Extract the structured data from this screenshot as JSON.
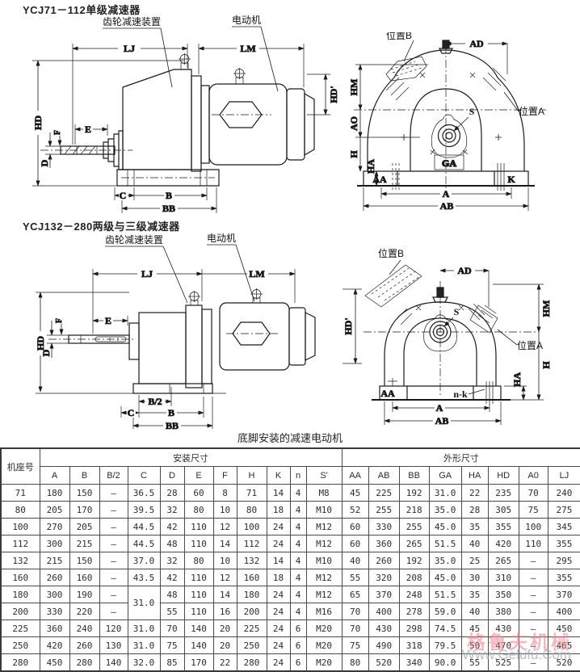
{
  "section1": {
    "title": "YCJ71－112单级减速器",
    "labels": {
      "gearbox": "齿轮减速装置",
      "motor": "电动机",
      "LJ": "LJ",
      "LM": "LM",
      "HD": "HD",
      "HDp": "HD'",
      "E": "E",
      "D": "D",
      "F": "F",
      "C": "C",
      "B": "B",
      "BB": "BB",
      "posB": "位置B",
      "posA": "位置A",
      "AD": "AD",
      "HM": "HM",
      "AO": "AO",
      "H": "H",
      "HA": "HA",
      "AA": "AA",
      "K": "K",
      "A": "A",
      "AB": "AB",
      "S": "S",
      "GA": "GA"
    }
  },
  "section2": {
    "title": "YCJ132－280两级与三级减速器",
    "labels": {
      "gearbox": "齿轮减速装置",
      "motor": "电动机",
      "LJ": "LJ",
      "LM": "LM",
      "HD": "HD",
      "HDp": "HD'",
      "E": "E",
      "D": "D",
      "F": "F",
      "B2": "B/2",
      "C": "C",
      "B": "B",
      "BB": "BB",
      "posB": "位置B",
      "posA": "位置A",
      "AD": "AD",
      "HM": "HM",
      "H": "H",
      "HA": "HA",
      "AA": "AA",
      "nk": "n-k",
      "A": "A",
      "AB": "AB",
      "S": "S"
    }
  },
  "table": {
    "title": "底脚安装的减速电动机",
    "frame_header": "机座号",
    "mount_header": "安装尺寸",
    "outline_header": "外形尺寸",
    "mount_cols": [
      "A",
      "B",
      "B/2",
      "C",
      "D",
      "E",
      "F",
      "H",
      "K",
      "n",
      "S'"
    ],
    "outline_cols": [
      "AA",
      "AB",
      "BB",
      "GA",
      "HA",
      "HD",
      "A0",
      "LJ"
    ],
    "rows": [
      [
        "71",
        "180",
        "150",
        "—",
        "36.5",
        "28",
        "60",
        "8",
        "71",
        "14",
        "4",
        "M8",
        "45",
        "225",
        "192",
        "31.0",
        "22",
        "235",
        "70",
        "240"
      ],
      [
        "80",
        "205",
        "170",
        "—",
        "39.5",
        "32",
        "80",
        "10",
        "80",
        "18",
        "4",
        "M10",
        "52",
        "255",
        "218",
        "35.0",
        "28",
        "305",
        "75",
        "275"
      ],
      [
        "100",
        "270",
        "205",
        "—",
        "44.5",
        "42",
        "110",
        "12",
        "100",
        "24",
        "4",
        "M12",
        "60",
        "330",
        "255",
        "45.0",
        "35",
        "355",
        "100",
        "345"
      ],
      [
        "112",
        "300",
        "215",
        "—",
        "44.5",
        "48",
        "110",
        "14",
        "112",
        "24",
        "4",
        "M12",
        "60",
        "360",
        "265",
        "51.5",
        "40",
        "420",
        "110",
        "355"
      ],
      [
        "132",
        "215",
        "150",
        "—",
        "37.0",
        "32",
        "80",
        "10",
        "132",
        "14",
        "4",
        "M10",
        "40",
        "260",
        "192",
        "35.0",
        "25",
        "265",
        "—",
        "295"
      ],
      [
        "160",
        "260",
        "160",
        "—",
        "43.5",
        "42",
        "110",
        "12",
        "160",
        "18",
        "4",
        "M12",
        "55",
        "320",
        "208",
        "45.0",
        "30",
        "310",
        "—",
        "355"
      ],
      [
        "180",
        "300",
        "190",
        "—",
        {
          "v": "31.0",
          "rowspan": 2
        },
        "48",
        "110",
        "14",
        "180",
        "24",
        "4",
        "M12",
        "65",
        "370",
        "248",
        "51.5",
        "35",
        "350",
        "—",
        "370"
      ],
      [
        "200",
        "330",
        "220",
        "—",
        null,
        "55",
        "110",
        "16",
        "200",
        "24",
        "4",
        "M16",
        "70",
        "400",
        "278",
        "59.0",
        "40",
        "380",
        "—",
        "400"
      ],
      [
        "225",
        "360",
        "240",
        "120",
        "31.0",
        "70",
        "140",
        "20",
        "225",
        "24",
        "6",
        "M20",
        "70",
        "430",
        "298",
        "74.5",
        "45",
        "430",
        "—",
        "450"
      ],
      [
        "250",
        "420",
        "260",
        "130",
        "31.0",
        "75",
        "140",
        "20",
        "250",
        "24",
        "6",
        "M20",
        "75",
        "490",
        "318",
        "79.5",
        "50",
        "470",
        "—",
        "465"
      ],
      [
        "280",
        "450",
        "280",
        "140",
        "32.0",
        "85",
        "170",
        "22",
        "280",
        "24",
        "6",
        "M20",
        "80",
        "520",
        "340",
        "90.0",
        "55",
        "525",
        "—",
        "520"
      ]
    ]
  },
  "watermark": {
    "text_cn": "格鲁夫机械",
    "text_url": "Www.Gelufu.Com",
    "cn_color": "#e8838d",
    "url_color": "#a9aebf"
  },
  "colors": {
    "line": "#1a1a1a",
    "table_border": "#4a4a4a",
    "paper": "#ffffff"
  }
}
